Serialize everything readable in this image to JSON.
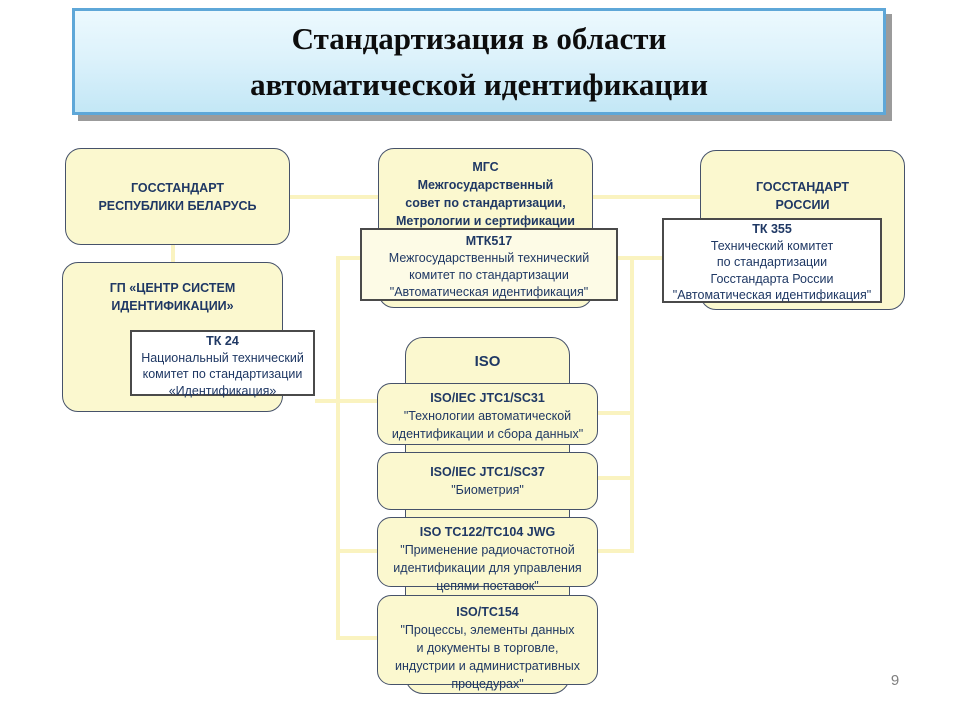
{
  "title": {
    "text": "Стандартизация в области\nавтоматической идентификации"
  },
  "page_number": "9",
  "colors": {
    "box_fill": "#FBF8CF",
    "connector": "#FAF3C0",
    "text": "#1F3864",
    "title_border": "#5EA7D8",
    "title_fill_top": "#ECF9FE",
    "title_fill_bottom": "#C3E7F6"
  },
  "nodes": {
    "gosstandart_rb": {
      "header": "ГОССТАНДАРТ\nРЕСПУБЛИКИ БЕЛАРУСЬ"
    },
    "gp_centr": {
      "header": "ГП «ЦЕНТР СИСТЕМ\nИДЕНТИФИКАЦИИ»"
    },
    "tk24": {
      "header": "ТК 24",
      "body": "Национальный технический\nкомитет по стандартизации\n«Идентификация»"
    },
    "mgs": {
      "header": "МГС\nМежгосударственный\nсовет по стандартизации,\nМетрологии и сертификации"
    },
    "mtk517": {
      "header": "МТК517",
      "body": "Межгосударственный технический\nкомитет по стандартизации\n\"Автоматическая идентификация\""
    },
    "gosstandart_russia": {
      "header": "ГОССТАНДАРТ\nРОССИИ"
    },
    "tk355": {
      "header": "ТК 355",
      "body": "Технический комитет\nпо стандартизации\nГосстандарта России\n\"Автоматическая идентификация\""
    },
    "iso": {
      "header": "ISO"
    },
    "sc31": {
      "header": "ISO/IEC JTC1/SC31",
      "body": "\"Технологии автоматической\nидентификации и сбора данных\""
    },
    "sc37": {
      "header": "ISO/IEC JTC1/SC37",
      "body": "\"Биометрия\""
    },
    "tc122": {
      "header": "ISO TC122/TC104 JWG",
      "body": "\"Применение радиочастотной\nидентификации для управления\nцепями поставок\""
    },
    "tc154": {
      "header": "ISO/TC154",
      "body": "\"Процессы, элементы данных\nи документы в торговле,\nиндустрии и административных\nпроцедурах\""
    }
  }
}
